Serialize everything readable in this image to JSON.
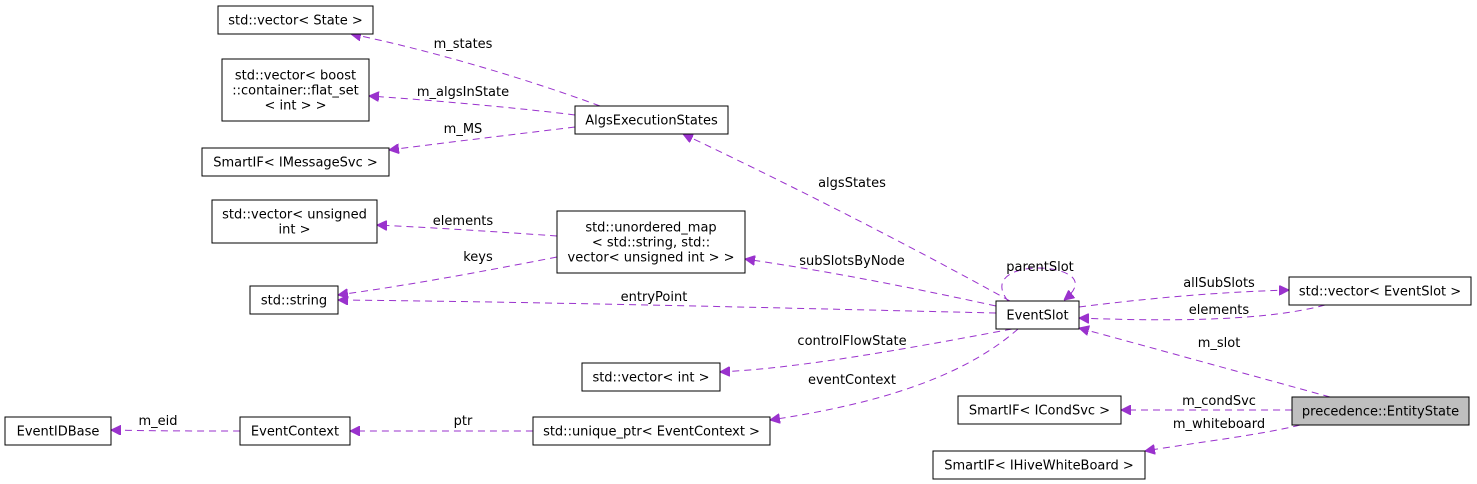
{
  "colors": {
    "edge": "#9a32cd",
    "highlight_fill": "#bfbfbf",
    "node_fill": "#ffffff",
    "node_stroke": "#000000"
  },
  "nodes": {
    "vector_state": [
      "std::vector< State >"
    ],
    "vector_flat_set": [
      "std::vector< boost",
      "::container::flat_set",
      "< int > >"
    ],
    "smartif_imessagesvc": [
      "SmartIF< IMessageSvc >"
    ],
    "algs_execution_states": [
      "AlgsExecutionStates"
    ],
    "vector_unsigned_int": [
      "std::vector< unsigned",
      "int >"
    ],
    "unordered_map": [
      "std::unordered_map",
      "< std::string, std::",
      "vector< unsigned int > >"
    ],
    "std_string": [
      "std::string"
    ],
    "event_slot": [
      "EventSlot"
    ],
    "vector_event_slot": [
      "std::vector< EventSlot >"
    ],
    "vector_int": [
      "std::vector< int >"
    ],
    "smartif_icondsvc": [
      "SmartIF< ICondSvc >"
    ],
    "entity_state": [
      "precedence::EntityState"
    ],
    "smartif_ihivewhiteboard": [
      "SmartIF< IHiveWhiteBoard >"
    ],
    "event_id_base": [
      "EventIDBase"
    ],
    "event_context": [
      "EventContext"
    ],
    "unique_ptr_event_context": [
      "std::unique_ptr< EventContext >"
    ]
  },
  "edges": {
    "m_states": "m_states",
    "m_algs_in_state": "m_algsInState",
    "m_ms": "m_MS",
    "algs_states": "algsStates",
    "elements_uint": "elements",
    "keys": "keys",
    "sub_slots_by_node": "subSlotsByNode",
    "parent_slot": "parentSlot",
    "all_sub_slots": "allSubSlots",
    "elements_slots": "elements",
    "entry_point": "entryPoint",
    "control_flow_state": "controlFlowState",
    "event_context": "eventContext",
    "m_slot": "m_slot",
    "m_cond_svc": "m_condSvc",
    "m_whiteboard": "m_whiteboard",
    "m_eid": "m_eid",
    "ptr": "ptr"
  }
}
